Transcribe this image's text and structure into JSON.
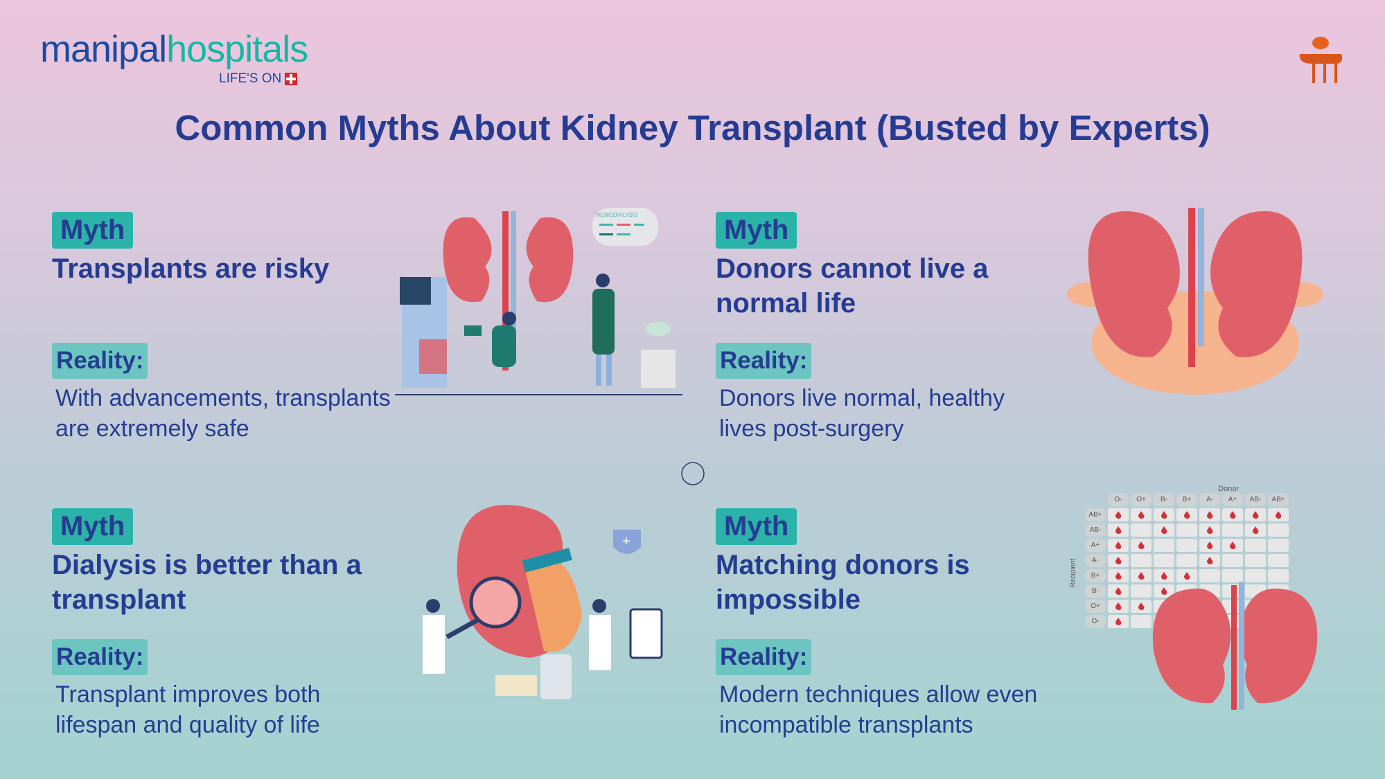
{
  "logo": {
    "part1": "manipal",
    "part2": "hospitals",
    "tagline": "LIFE'S ON"
  },
  "title": "Common Myths About Kidney Transplant (Busted by Experts)",
  "cards": [
    {
      "myth_label": "Myth",
      "myth": "Transplants are risky",
      "reality_label": "Reality:",
      "reality": "With advancements, transplants are extremely safe"
    },
    {
      "myth_label": "Myth",
      "myth": "Donors cannot live a normal life",
      "reality_label": "Reality:",
      "reality": "Donors live normal, healthy lives post-surgery"
    },
    {
      "myth_label": "Myth",
      "myth": "Dialysis is better than a transplant",
      "reality_label": "Reality:",
      "reality": "Transplant improves both lifespan and quality of life"
    },
    {
      "myth_label": "Myth",
      "myth": "Matching donors is impossible",
      "reality_label": "Reality:",
      "reality": "Modern techniques allow even incompatible transplants"
    }
  ],
  "illustration1": {
    "bubble": "HEMODIALYSIS"
  },
  "compat_chart": {
    "donor_label": "Donor",
    "recipient_label": "Recipient",
    "donors": [
      "O-",
      "O+",
      "B-",
      "B+",
      "A-",
      "A+",
      "AB-",
      "AB+"
    ],
    "recipients": [
      "AB+",
      "AB-",
      "A+",
      "A-",
      "B+",
      "B-",
      "O+",
      "O-"
    ],
    "matrix": [
      [
        1,
        1,
        1,
        1,
        1,
        1,
        1,
        1
      ],
      [
        1,
        0,
        1,
        0,
        1,
        0,
        1,
        0
      ],
      [
        1,
        1,
        0,
        0,
        1,
        1,
        0,
        0
      ],
      [
        1,
        0,
        0,
        0,
        1,
        0,
        0,
        0
      ],
      [
        1,
        1,
        1,
        1,
        0,
        0,
        0,
        0
      ],
      [
        1,
        0,
        1,
        0,
        0,
        0,
        0,
        0
      ],
      [
        1,
        1,
        0,
        0,
        0,
        0,
        0,
        0
      ],
      [
        1,
        0,
        0,
        0,
        0,
        0,
        0,
        0
      ]
    ]
  },
  "colors": {
    "title": "#263c92",
    "myth_badge": "#2bb3a9",
    "reality_badge": "#6cc5c0",
    "kidney": "#e0606a"
  }
}
